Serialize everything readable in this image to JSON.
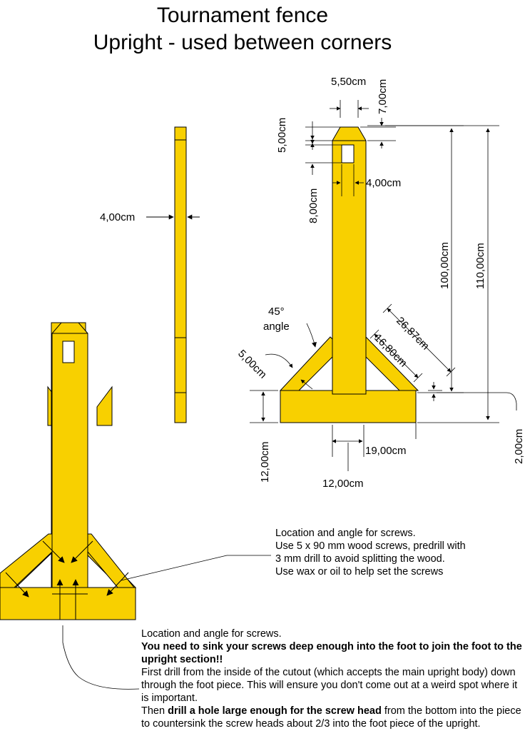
{
  "title": {
    "line1": "Tournament fence",
    "line2": "Upright - used between corners"
  },
  "colors": {
    "wood": "#f8d000",
    "outline": "#000000",
    "background": "#ffffff"
  },
  "dimensions": {
    "top_width": "5,50cm",
    "top_height": "7,00cm",
    "slot_offset": "5,00cm",
    "slot_width": "4,00cm",
    "slot_height": "8,00cm",
    "side_thickness": "4,00cm",
    "upright_height": "100,00cm",
    "total_height": "110,00cm",
    "brace_angle": "45°",
    "brace_angle_word": "angle",
    "brace_length_outer": "26,87cm",
    "brace_length_inner": "16,80cm",
    "brace_width": "5,00cm",
    "foot_height": "12,00cm",
    "foot_inset": "2,00cm",
    "foot_cutout": "19,00cm",
    "upright_width": "12,00cm"
  },
  "notes": {
    "top": {
      "line1": "Location and angle for screws.",
      "line2": "Use 5 x 90 mm wood screws, predrill with",
      "line3": "3 mm drill to avoid splitting the wood.",
      "line4": "Use wax or oil to help set the screws"
    },
    "bottom": {
      "line1": "Location and angle for screws.",
      "bold1": "You need to sink your screws deep enough into the foot to join the foot to the upright section!!",
      "para2": "First drill from the inside of the cutout (which accepts the main upright body) down through the foot piece.  This will ensure you don't come out at a weird spot where it is important.",
      "para3_start": "Then ",
      "para3_bold": "drill a hole large enough for the screw head",
      "para3_end": " from the bottom into the piece to countersink the screw heads about 2/3 into the foot piece of the upright."
    }
  }
}
